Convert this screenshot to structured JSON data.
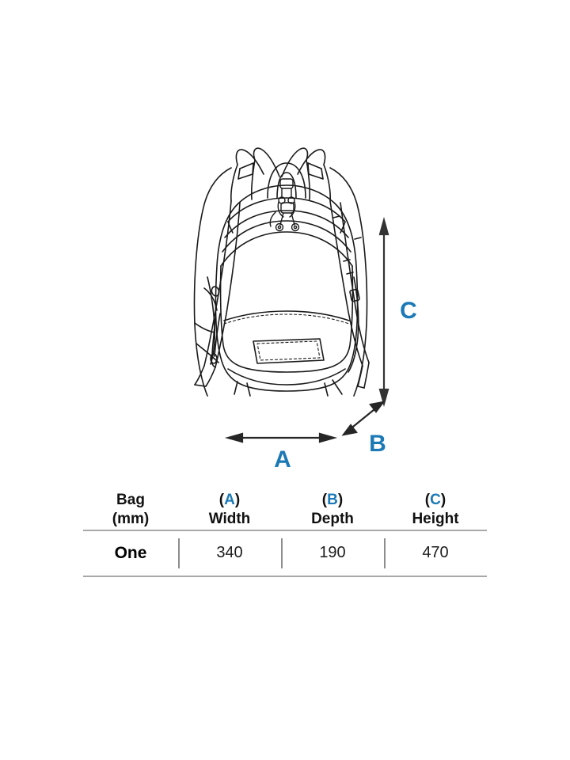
{
  "product": {
    "type": "backpack",
    "view": "front",
    "illustration_style": "line-drawing"
  },
  "dimension_markers": [
    {
      "id": "A",
      "label": "A",
      "axis": "horizontal",
      "meaning": "Width"
    },
    {
      "id": "B",
      "label": "B",
      "axis": "diagonal",
      "meaning": "Depth"
    },
    {
      "id": "C",
      "label": "C",
      "axis": "vertical",
      "meaning": "Height"
    }
  ],
  "colors": {
    "accent_blue": "#1b79b5",
    "line": "#1a1a1a",
    "arrow": "#262626",
    "table_rule": "#a8a8a8",
    "divider": "#8d8d8d",
    "background": "#ffffff"
  },
  "table": {
    "headers": [
      {
        "line1": "Bag",
        "line2": "(mm)",
        "paren_open": "",
        "paren_close": "",
        "letter": ""
      },
      {
        "line1": "",
        "line2": "Width",
        "paren_open": "(",
        "paren_close": ")",
        "letter": "A"
      },
      {
        "line1": "",
        "line2": "Depth",
        "paren_open": "(",
        "paren_close": ")",
        "letter": "B"
      },
      {
        "line1": "",
        "line2": "Height",
        "paren_open": "(",
        "paren_close": ")",
        "letter": "C"
      }
    ],
    "rows": [
      {
        "size": "One",
        "width": "340",
        "depth": "190",
        "height": "470"
      }
    ]
  },
  "chart_data": {
    "type": "table",
    "title": "Bag (mm)",
    "categories": [
      "Width (A)",
      "Depth (B)",
      "Height (C)"
    ],
    "series": [
      {
        "name": "One",
        "values": [
          340,
          190,
          470
        ]
      }
    ],
    "units": "mm"
  }
}
